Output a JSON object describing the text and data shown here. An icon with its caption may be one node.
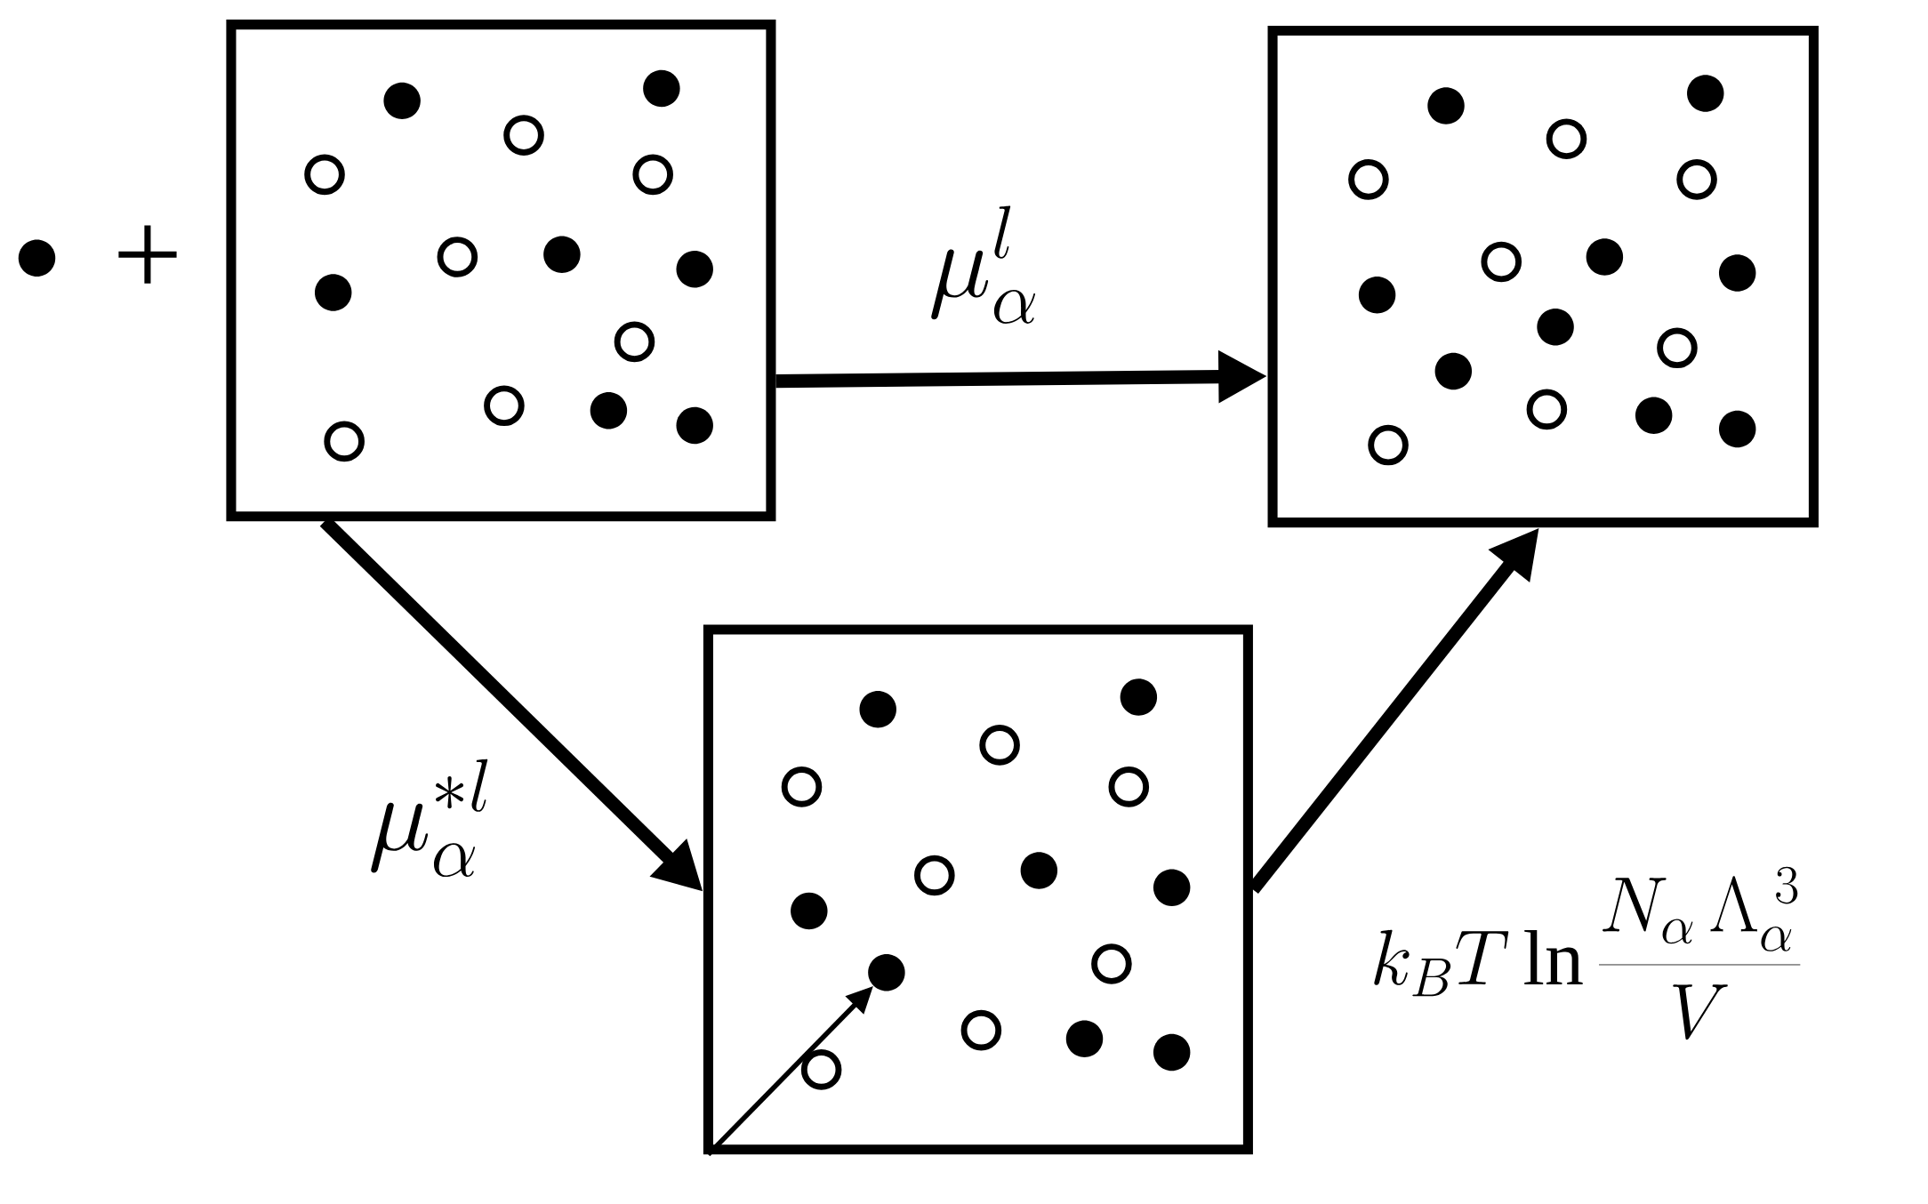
{
  "diagram": {
    "nodes": [
      {
        "text": [],
        "shape": "circle"
      },
      {
        "text": [],
        "shape": "box"
      },
      {
        "text": [],
        "shape": "box"
      },
      {
        "text": [],
        "shape": "box"
      },
      {
        "text": [],
        "shape": "circle",
        "in": 3
      }
    ],
    "edges": [
      {
        "from": 1,
        "to": 2,
        "arrow": "to",
        "label": "\\mu_{\\alpha}^{l}"
      },
      {
        "from": 1,
        "to": 3,
        "arrow": "to",
        "label": "\\mu_{\\alpha}^{*l}"
      },
      {
        "from": 3,
        "to": 2,
        "arrow": "to",
        "label": "k_{B}T\\ln\\frac{N_{\\alpha}\\,\\Lambda_{\\alpha}^{\\;3}}{V}"
      },
      {
        "from": null,
        "to": 4,
        "arrow": "to"
      }
    ],
    "labels": [
      "+"
    ]
  }
}
